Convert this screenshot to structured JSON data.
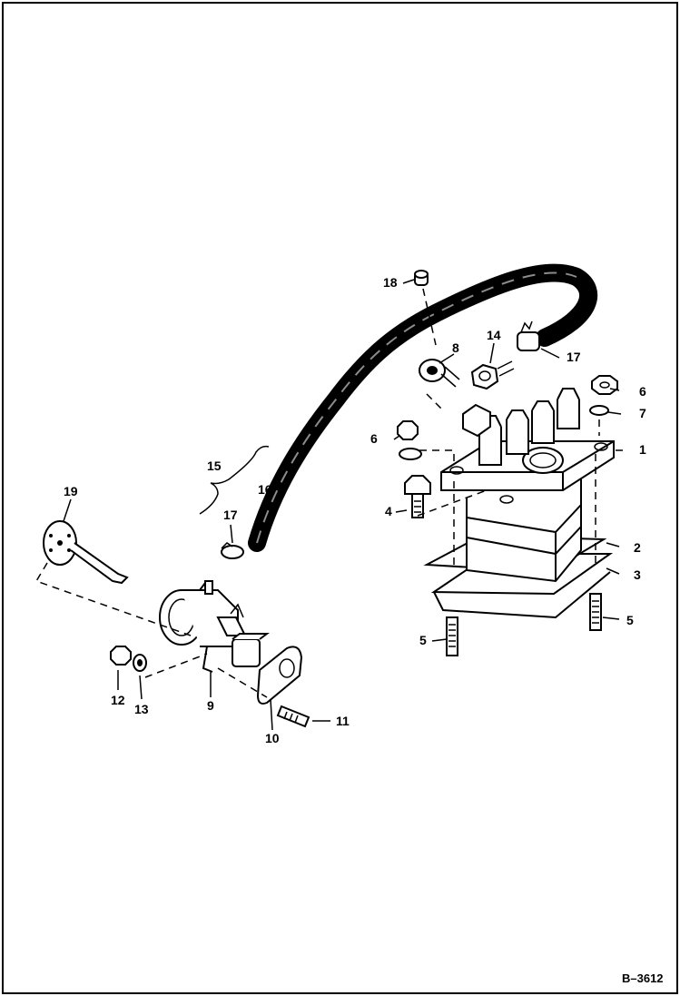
{
  "figure_id": "B–3612",
  "callouts": [
    {
      "id": "c18",
      "text": "18"
    },
    {
      "id": "c8",
      "text": "8"
    },
    {
      "id": "c14",
      "text": "14"
    },
    {
      "id": "c17a",
      "text": "17"
    },
    {
      "id": "c6a",
      "text": "6"
    },
    {
      "id": "c7",
      "text": "7"
    },
    {
      "id": "c1",
      "text": "1"
    },
    {
      "id": "c6b",
      "text": "6"
    },
    {
      "id": "c15",
      "text": "15"
    },
    {
      "id": "c16",
      "text": "16"
    },
    {
      "id": "c4",
      "text": "4"
    },
    {
      "id": "c2",
      "text": "2"
    },
    {
      "id": "c3",
      "text": "3"
    },
    {
      "id": "c19",
      "text": "19"
    },
    {
      "id": "c17b",
      "text": "17"
    },
    {
      "id": "c5a",
      "text": "5"
    },
    {
      "id": "c5b",
      "text": "5"
    },
    {
      "id": "c12",
      "text": "12"
    },
    {
      "id": "c13",
      "text": "13"
    },
    {
      "id": "c9",
      "text": "9"
    },
    {
      "id": "c10",
      "text": "10"
    },
    {
      "id": "c11",
      "text": "11"
    }
  ]
}
